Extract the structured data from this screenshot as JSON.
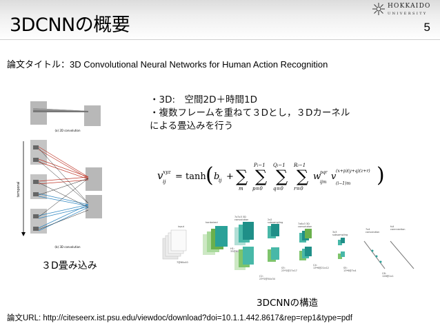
{
  "header": {
    "title": "3DCNNの概要",
    "page_number": "5",
    "logo": {
      "name": "HOKKAIDO",
      "sub": "UNIVERSITY",
      "icon": "university-emblem-icon"
    }
  },
  "paper": {
    "label": "論文タイトル：",
    "title": "3D Convolutional Neural Networks for Human Action Recognition"
  },
  "bullets": [
    "・3D:　空間2D＋時間1D",
    "・複数フレームを重ねて３Dとし，３Dカーネル",
    "による畳込みを行う"
  ],
  "left_figure": {
    "label_2d": "(a) 2D convolution",
    "label_3d": "(b) 3D convolution",
    "axis_label": "temporal",
    "caption": "３D畳み込み"
  },
  "network_figure": {
    "caption": "3DCNNの構造",
    "input_label": "input",
    "input_size": "7@60x40",
    "stages": [
      {
        "label": "hardwired",
        "size": "H1:\n33@60x40"
      },
      {
        "label": "7x7x3 3D\nconvolution",
        "size": "C2:\n23*2@54x34"
      },
      {
        "label": "2x2\nsubsampling",
        "size": "S3:\n23*2@27x17"
      },
      {
        "label": "7x6x3 3D\nconvolution",
        "size": "C4:\n13*6@21x12"
      },
      {
        "label": "3x3\nsubsampling",
        "size": "S5:\n13*6@7x4"
      },
      {
        "label": "7x4\nconvolution",
        "size": "C6:\n128@1x1"
      },
      {
        "label": "full\nconnnection",
        "size": ""
      }
    ]
  },
  "footer": {
    "url": "論文URL: http://citeseerx.ist.psu.edu/viewdoc/download?doi=10.1.1.442.8617&rep=rep1&type=pdf"
  },
  "colors": {
    "header_top": "#dcdcdc",
    "red_lines": "#c0392b",
    "blue_lines": "#2e86c1",
    "teal": "#2aa198",
    "green": "#6ab04c"
  }
}
